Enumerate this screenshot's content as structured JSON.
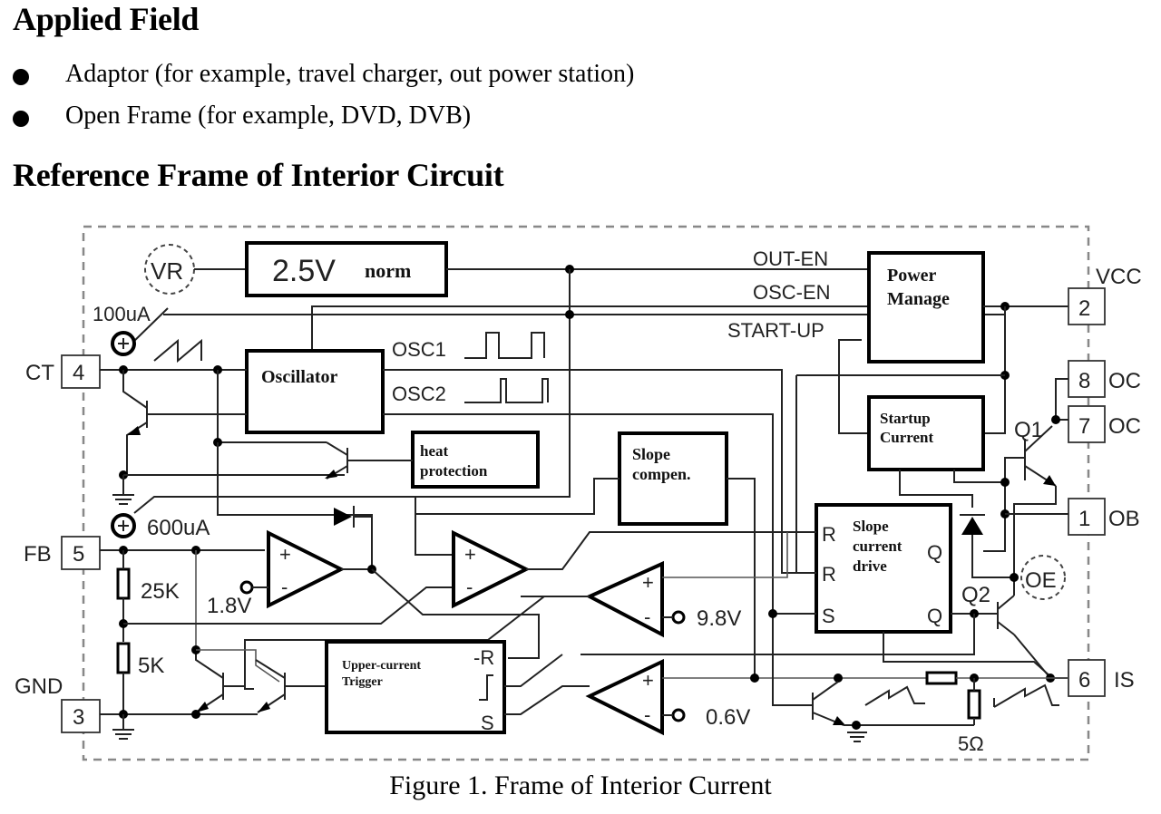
{
  "sections": {
    "applied_field": {
      "title": "Applied Field",
      "bullets": [
        "Adaptor (for example, travel charger, out power station)",
        "Open Frame (for example, DVD, DVB)"
      ]
    },
    "reference_frame": {
      "title": "Reference Frame of Interior Circuit"
    }
  },
  "diagram": {
    "blocks": {
      "reference_voltage": "2.5V",
      "reference_suffix": "norm",
      "oscillator": "Oscillator",
      "heat_protection": [
        "heat",
        "protection"
      ],
      "slope_compensation": [
        "Slope",
        "compen."
      ],
      "power_manage": [
        "Power",
        "Manage"
      ],
      "startup_current": [
        "Startup",
        "Current"
      ],
      "slope_current_drive": [
        "Slope",
        "current",
        "drive"
      ],
      "upper_current_trigger": [
        "Upper-current",
        "Trigger"
      ]
    },
    "signals": {
      "vr": "VR",
      "oe": "OE",
      "out_en": "OUT-EN",
      "osc_en": "OSC-EN",
      "start_up": "START-UP",
      "osc1": "OSC1",
      "osc2": "OSC2",
      "i_100": "100uA",
      "i_600": "600uA",
      "r_25k": "25K",
      "r_5k": "5K",
      "r_5ohm": "5Ω",
      "v_1_8": "1.8V",
      "v_9_8": "9.8V",
      "v_0_6": "0.6V",
      "q1": "Q1",
      "q2": "Q2",
      "ff_r1": "R",
      "ff_r2": "R",
      "ff_s": "S",
      "ff_q1": "Q",
      "ff_q2": "Q",
      "ut_r": "-R",
      "ut_s": "S",
      "plus": "+",
      "minus": "-"
    },
    "pins": [
      {
        "number": "4",
        "name": "CT"
      },
      {
        "number": "5",
        "name": "FB"
      },
      {
        "number": "3",
        "name": "GND"
      },
      {
        "number": "2",
        "name": "VCC"
      },
      {
        "number": "8",
        "name": "OC"
      },
      {
        "number": "7",
        "name": "OC"
      },
      {
        "number": "1",
        "name": "OB"
      },
      {
        "number": "6",
        "name": "IS"
      }
    ]
  },
  "caption": "Figure 1. Frame of Interior Current"
}
